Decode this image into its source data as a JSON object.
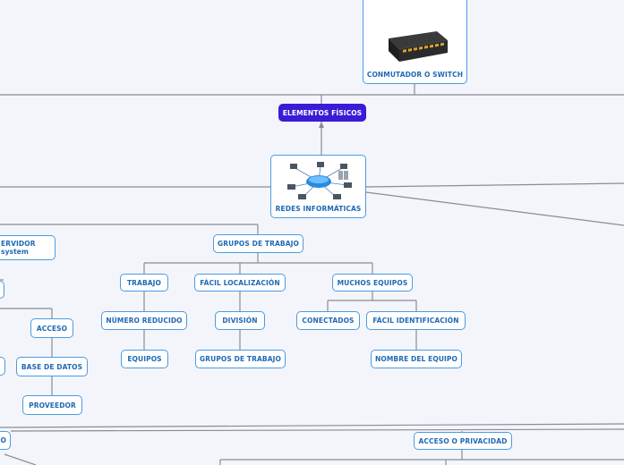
{
  "colors": {
    "accent": "#3a1bd6",
    "node_border": "#4b9be0",
    "node_text": "#1f69b4",
    "line": "#888c94",
    "background": "#f3f5fb"
  },
  "nodes": {
    "switch": "CONMUTADOR O SWITCH",
    "elementos": "ELEMENTOS FÍSICOS",
    "redes": "REDES INFORMÁTICAS",
    "servidor_line1": "ERVIDOR",
    "servidor_line2": "system",
    "grupos_trabajo": "GRUPOS DE TRABAJO",
    "trabajo": "TRABAJO",
    "facil_localizacion": "FÁCIL LOCALIZACIÓN",
    "muchos_equipos": "MUCHOS EQUIPOS",
    "numero_reducido": "NÚMERO REDUCIDO",
    "division": "DIVISIÓN",
    "conectados": "CONECTADOS",
    "facil_identificacion": "FÁCIL IDENTIFICACIÓN",
    "equipos": "EQUIPOS",
    "grupos_trabajo_2": "GRUPOS DE TRABAJO",
    "nombre_equipo": "NOMBRE DEL EQUIPO",
    "acceso": "ACCESO",
    "base_datos": "BASE DE DATOS",
    "proveedor": "PROVEEDOR",
    "left_partial": "O",
    "acceso_privacidad": "ACCESO O PRIVACIDAD"
  },
  "icons": {
    "switch_image": "network-switch-icon",
    "network_image": "computer-network-icon"
  }
}
